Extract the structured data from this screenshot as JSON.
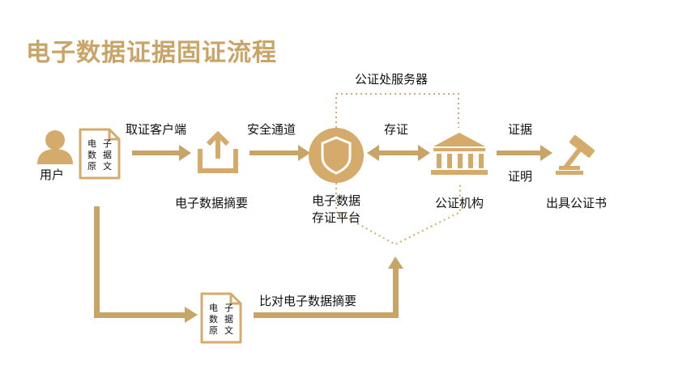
{
  "title": "电子数据证据固证流程",
  "nodes": {
    "user": "用户",
    "document_chars": [
      "电",
      "子",
      "数",
      "据",
      "原",
      "文"
    ],
    "digest": "电子数据摘要",
    "platform_line1": "电子数据",
    "platform_line2": "存证平台",
    "notary": "公证机构",
    "certificate": "出具公证书",
    "server": "公证处服务器"
  },
  "edges": {
    "get_client": "取证客户端",
    "secure_channel": "安全通道",
    "store": "存证",
    "evidence_top": "证据",
    "evidence_bottom": "证明",
    "compare": "比对电子数据摘要"
  },
  "colors": {
    "accent": "#c8a466",
    "icon": "#d4ab6a",
    "text": "#111111"
  }
}
